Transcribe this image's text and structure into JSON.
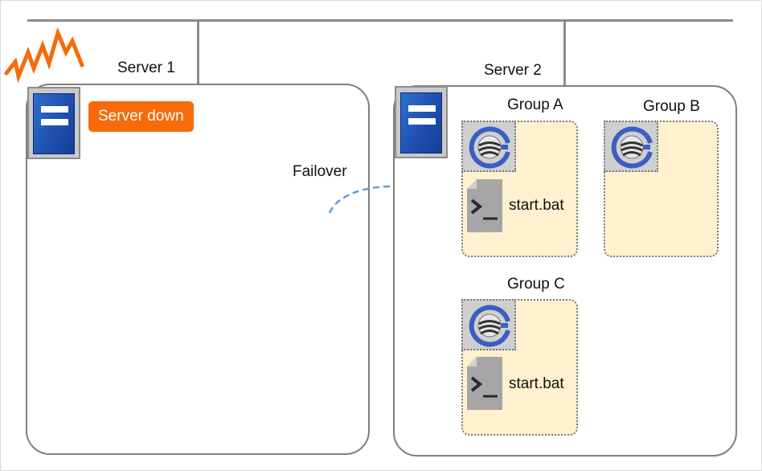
{
  "servers": [
    {
      "label": "Server 1",
      "status": "Server down",
      "status_color": "#F76A0A"
    },
    {
      "label": "Server 2"
    }
  ],
  "failover_label": "Failover",
  "groups": [
    {
      "label": "Group A",
      "script": "start.bat"
    },
    {
      "label": "Group B"
    },
    {
      "label": "Group C",
      "script": "start.bat"
    }
  ],
  "colors": {
    "group_fill": "#FFF1CF",
    "server_icon": "#1F4FB0",
    "alert": "#F76A0A",
    "arrow": "#5B9BD5"
  }
}
